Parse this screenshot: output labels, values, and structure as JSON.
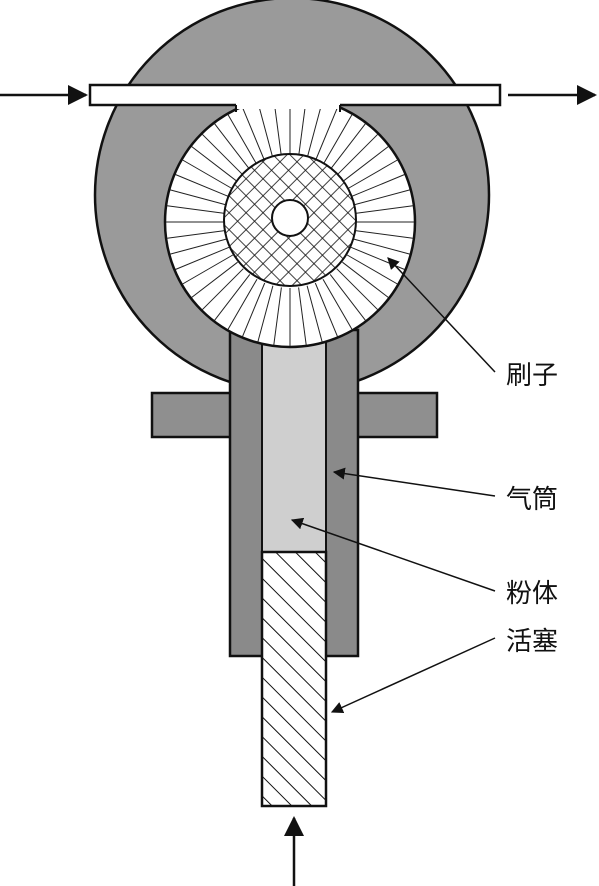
{
  "labels": {
    "brush": "刷子",
    "cylinder": "气筒",
    "powder": "粉体",
    "piston": "活塞"
  },
  "colors": {
    "housing": "#9a9a9a",
    "cylinder_wall": "#8a8a8a",
    "powder": "#cfcfcf",
    "brush_bristles": "#ffffff",
    "brush_core": "#ffffff",
    "outline": "#111111",
    "background": "#ffffff"
  },
  "icons": {
    "inlet": "arrow-right-icon",
    "outlet": "arrow-right-icon",
    "push": "arrow-up-icon"
  }
}
